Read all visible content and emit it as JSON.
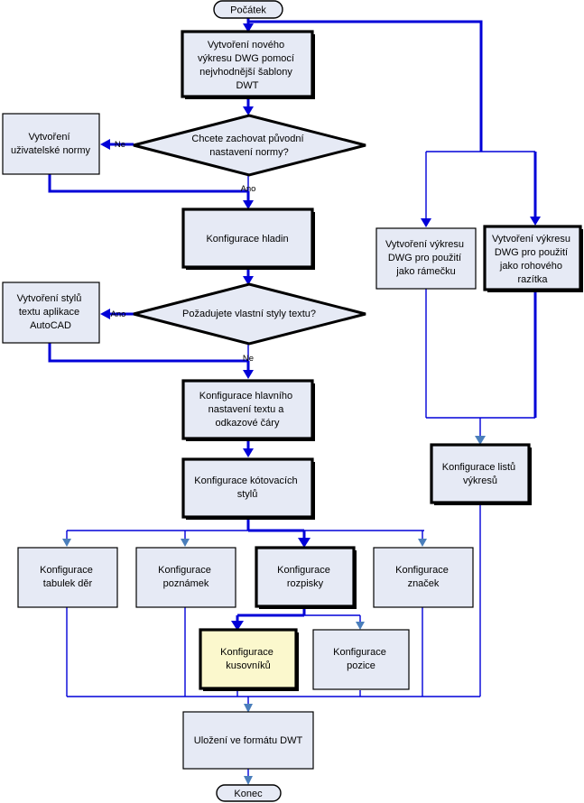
{
  "diagram": {
    "title": "Postup vytvoreni sablony DWT",
    "colors": {
      "node_fill": "#e6eaf5",
      "highlight_fill": "#fbf8cd",
      "node_stroke": "#000000",
      "link_thin": "#4a7ebb",
      "link_bold": "#0000d8",
      "background": "#ffffff"
    },
    "nodes": [
      {
        "id": "start",
        "type": "terminator",
        "label": "Počátek"
      },
      {
        "id": "new_dwg",
        "type": "process-emph",
        "label": "Vytvoření nového výkresu DWG pomocí nejvhodnější šablony DWT"
      },
      {
        "id": "dec_norm",
        "type": "decision",
        "label": "Chcete zachovat původní nastavení normy?"
      },
      {
        "id": "user_norm",
        "type": "process",
        "label": "Vytvoření uživatelské normy"
      },
      {
        "id": "layers",
        "type": "process-emph",
        "label": "Konfigurace hladin"
      },
      {
        "id": "dec_text",
        "type": "decision",
        "label": "Požadujete vlastní styly textu?"
      },
      {
        "id": "acad_styles",
        "type": "process",
        "label": "Vytvoření stylů textu aplikace AutoCAD"
      },
      {
        "id": "main_text",
        "type": "process-emph",
        "label": "Konfigurace hlavního nastavení textu a odkazové čáry"
      },
      {
        "id": "dim_styles",
        "type": "process-emph",
        "label": "Konfigurace kótovacích stylů"
      },
      {
        "id": "frame_dwg",
        "type": "process",
        "label": "Vytvoření výkresu DWG pro použití jako rámečku"
      },
      {
        "id": "stamp_dwg",
        "type": "process-emph",
        "label": "Vytvoření výkresu DWG pro použití jako rohového razítka"
      },
      {
        "id": "sheets",
        "type": "process-emph",
        "label": "Konfigurace listů výkresů"
      },
      {
        "id": "holes",
        "type": "process",
        "label": "Konfigurace tabulek děr"
      },
      {
        "id": "notes",
        "type": "process",
        "label": "Konfigurace poznámek"
      },
      {
        "id": "rozpiska",
        "type": "process-emph",
        "label": "Konfigurace rozpisky"
      },
      {
        "id": "marks",
        "type": "process",
        "label": "Konfigurace značek"
      },
      {
        "id": "kusovnik",
        "type": "process-highlight",
        "label": "Konfigurace kusovníků"
      },
      {
        "id": "pozice",
        "type": "process",
        "label": "Konfigurace pozice"
      },
      {
        "id": "save_dwt",
        "type": "process",
        "label": "Uložení ve formátu DWT"
      },
      {
        "id": "end",
        "type": "terminator",
        "label": "Konec"
      }
    ],
    "edge_labels": {
      "norm_no": "Ne",
      "norm_yes": "Ano",
      "text_yes": "Ano",
      "text_no": "Ne"
    },
    "node_lines": {
      "start": [
        "Počátek"
      ],
      "new_dwg": [
        "Vytvoření nového",
        "výkresu DWG pomocí",
        "nejvhodnější šablony",
        "DWT"
      ],
      "dec_norm": [
        "Chcete zachovat původní",
        "nastavení normy?"
      ],
      "user_norm": [
        "Vytvoření",
        "uživatelské normy"
      ],
      "layers": [
        "Konfigurace hladin"
      ],
      "dec_text": [
        "Požadujete vlastní styly textu?"
      ],
      "acad_styles": [
        "Vytvoření stylů",
        "textu aplikace",
        "AutoCAD"
      ],
      "main_text": [
        "Konfigurace hlavního",
        "nastavení textu a",
        "odkazové čáry"
      ],
      "dim_styles": [
        "Konfigurace kótovacích",
        "stylů"
      ],
      "frame_dwg": [
        "Vytvoření výkresu",
        "DWG pro použití",
        "jako rámečku"
      ],
      "stamp_dwg": [
        "Vytvoření výkresu",
        "DWG pro použití",
        "jako rohového",
        "razítka"
      ],
      "sheets": [
        "Konfigurace listů",
        "výkresů"
      ],
      "holes": [
        "Konfigurace",
        "tabulek děr"
      ],
      "notes": [
        "Konfigurace",
        "poznámek"
      ],
      "rozpiska": [
        "Konfigurace",
        "rozpisky"
      ],
      "marks": [
        "Konfigurace",
        "značek"
      ],
      "kusovnik": [
        "Konfigurace",
        "kusovníků"
      ],
      "pozice": [
        "Konfigurace",
        "pozice"
      ],
      "save_dwt": [
        "Uložení ve formátu DWT"
      ],
      "end": [
        "Konec"
      ]
    }
  }
}
